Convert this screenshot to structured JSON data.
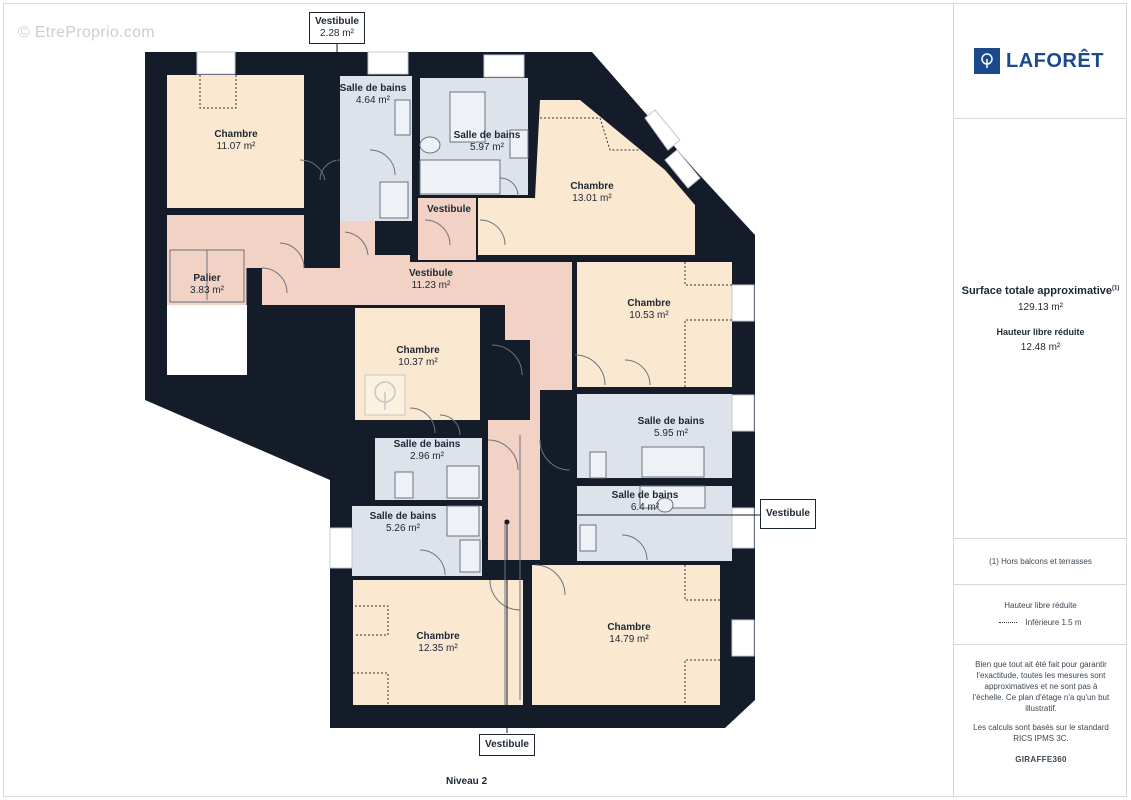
{
  "watermark": "© EtreProprio.com",
  "level": "Niveau 2",
  "rooms": [
    {
      "id": "chambre-1",
      "name": "Chambre",
      "area": "11.07 m²"
    },
    {
      "id": "sdb-1",
      "name": "Salle de bains",
      "area": "4.64 m²"
    },
    {
      "id": "sdb-2",
      "name": "Salle de bains",
      "area": "5.97 m²"
    },
    {
      "id": "chambre-2",
      "name": "Chambre",
      "area": "13.01 m²"
    },
    {
      "id": "vestibule-small",
      "name": "Vestibule",
      "area": ""
    },
    {
      "id": "palier",
      "name": "Palier",
      "area": "3.83 m²"
    },
    {
      "id": "vestibule-main",
      "name": "Vestibule",
      "area": "11.23 m²"
    },
    {
      "id": "chambre-3",
      "name": "Chambre",
      "area": "10.53 m²"
    },
    {
      "id": "chambre-4",
      "name": "Chambre",
      "area": "10.37 m²"
    },
    {
      "id": "sdb-3",
      "name": "Salle de bains",
      "area": "5.95 m²"
    },
    {
      "id": "sdb-4",
      "name": "Salle de bains",
      "area": "2.96 m²"
    },
    {
      "id": "sdb-5",
      "name": "Salle de bains",
      "area": "6.4 m²"
    },
    {
      "id": "sdb-6",
      "name": "Salle de bains",
      "area": "5.26 m²"
    },
    {
      "id": "chambre-5",
      "name": "Chambre",
      "area": "12.35 m²"
    },
    {
      "id": "chambre-6",
      "name": "Chambre",
      "area": "14.79 m²"
    }
  ],
  "callouts": [
    {
      "id": "top",
      "name": "Vestibule",
      "area": "2.28 m²"
    },
    {
      "id": "right",
      "name": "Vestibule",
      "area": ""
    },
    {
      "id": "bottom",
      "name": "Vestibule",
      "area": ""
    }
  ],
  "panel": {
    "brand": "LAFORÊT",
    "surface_title": "Surface totale approximative",
    "surface_note_mark": "(1)",
    "surface_value": "129.13 m²",
    "hauteur_title": "Hauteur libre réduite",
    "hauteur_value": "12.48 m²",
    "footnote": "(1) Hors balcons et terrasses",
    "legend_title": "Hauteur libre réduite",
    "legend_item": "Inférieure 1.5 m",
    "disclaimer": "Bien que tout ait été fait pour garantir l'exactitude, toutes les mesures sont approximatives et ne sont pas à l'échelle. Ce plan d'étage n'a qu'un but illustratif.",
    "standard": "Les calculs sont basés sur le standard RICS IPMS 3C.",
    "giraffe": "GIRAFFE360"
  },
  "colors": {
    "wall": "#141c2a",
    "bedroom": "#fbe8d0",
    "bathroom": "#dde2eb",
    "hall": "#f1d2c4",
    "accent": "#1a4a8c"
  }
}
